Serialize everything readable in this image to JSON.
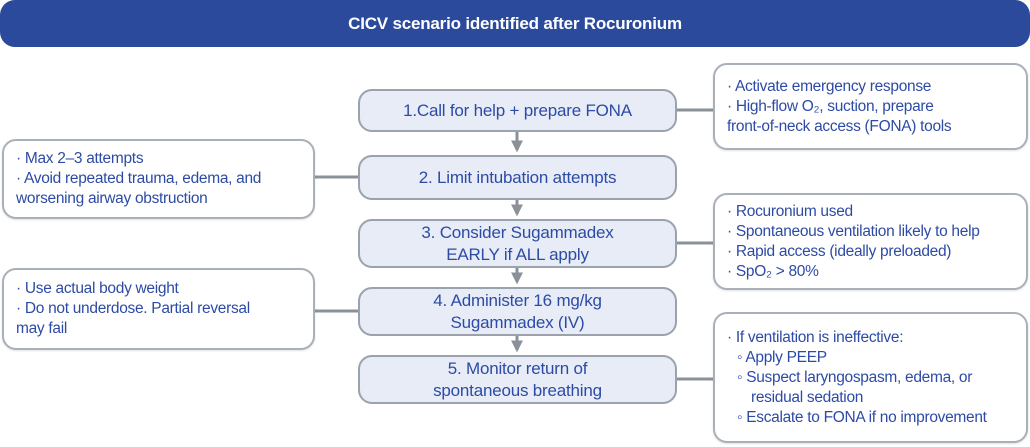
{
  "header": {
    "title": "CICV scenario identified after Rocuronium"
  },
  "steps": [
    {
      "label": "1.Call for help + prepare FONA"
    },
    {
      "label": "2. Limit intubation attempts"
    },
    {
      "label": "3. Consider Sugammadex\nEARLY if ALL apply"
    },
    {
      "label": "4. Administer 16 mg/kg\nSugammadex (IV)"
    },
    {
      "label": "5. Monitor return of\nspontaneous breathing"
    }
  ],
  "left_notes": [
    {
      "lines": [
        "· Max 2–3 attempts",
        "· Avoid repeated trauma, edema, and",
        "worsening airway obstruction"
      ]
    },
    {
      "lines": [
        "· Use actual body weight",
        "· Do not underdose. Partial reversal",
        "may fail"
      ]
    }
  ],
  "right_notes": [
    {
      "lines": [
        "· Activate emergency response",
        "· High-flow O₂, suction, prepare",
        "front-of-neck access (FONA) tools"
      ]
    },
    {
      "lines": [
        "· Rocuronium used",
        "· Spontaneous ventilation likely to help",
        "· Rapid access (ideally preloaded)",
        "· SpO₂ > 80%"
      ]
    },
    {
      "lines": [
        "· If ventilation is ineffective:",
        "◦ Apply PEEP",
        "◦ Suspect laryngospasm, edema, or",
        "residual sedation",
        "◦ Escalate to FONA if no improvement"
      ]
    }
  ],
  "colors": {
    "header_bg": "#2b4a9b",
    "step_fill": "#e7ecf7",
    "step_border": "#9aa2ac",
    "text_blue": "#2d4ba5",
    "connector_gray": "#8b9199",
    "note_border": "#aab0b8"
  }
}
